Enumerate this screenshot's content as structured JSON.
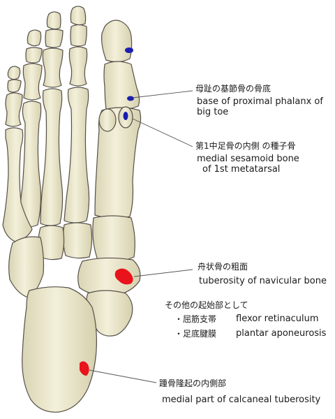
{
  "colors": {
    "bone_fill": "#efecd2",
    "bone_stroke": "#555048",
    "origin_marker": "#e8131b",
    "insertion_marker": "#1a1fb0",
    "leader_line": "#555555"
  },
  "icons": {
    "origin_marker": "red-patch-icon",
    "insertion_marker": "blue-patch-icon"
  },
  "labels": {
    "proximal_phalanx_jp": "母趾の基節骨の骨底",
    "proximal_phalanx_en_1": "base of proximal phalanx of",
    "proximal_phalanx_en_2": "big toe",
    "sesamoid_jp": "第1中足骨の内側 の種子骨",
    "sesamoid_en_1": "medial sesamoid bone",
    "sesamoid_en_2": "of 1st metatarsal",
    "navicular_jp": "舟状骨の粗面",
    "navicular_en": "tuberosity of navicular bone",
    "other_heading_jp": "その他の起始部として",
    "flexor_jp": "・屈筋支帯",
    "flexor_en": "flexor retinaculum",
    "plantar_jp": "・足底腱膜",
    "plantar_en": "plantar aponeurosis",
    "calcaneal_jp": "踵骨隆起の内側部",
    "calcaneal_en": "medial part of calcaneal tuberosity"
  }
}
